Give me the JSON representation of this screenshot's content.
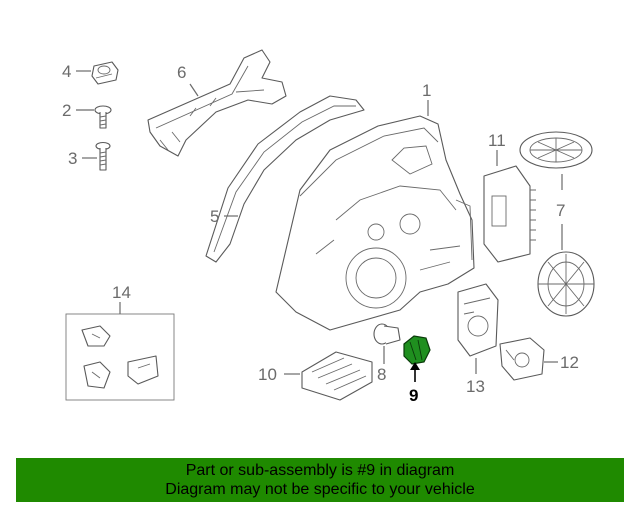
{
  "diagram": {
    "callouts": [
      {
        "id": "1",
        "label": "1"
      },
      {
        "id": "2",
        "label": "2"
      },
      {
        "id": "3",
        "label": "3"
      },
      {
        "id": "4",
        "label": "4"
      },
      {
        "id": "5",
        "label": "5"
      },
      {
        "id": "6",
        "label": "6"
      },
      {
        "id": "7",
        "label": "7"
      },
      {
        "id": "8",
        "label": "8"
      },
      {
        "id": "9",
        "label": "9"
      },
      {
        "id": "10",
        "label": "10"
      },
      {
        "id": "11",
        "label": "11"
      },
      {
        "id": "12",
        "label": "12"
      },
      {
        "id": "13",
        "label": "13"
      },
      {
        "id": "14",
        "label": "14"
      }
    ],
    "highlight_part": "9",
    "colors": {
      "highlight_part": "#1f8f1f",
      "line": "#5a5a5a",
      "callout_text": "#6b6b6b",
      "banner_bg": "#1f8a00"
    }
  },
  "banner": {
    "line1": "Part or sub-assembly is #9 in diagram",
    "line2": "Diagram may not be specific to your vehicle"
  }
}
